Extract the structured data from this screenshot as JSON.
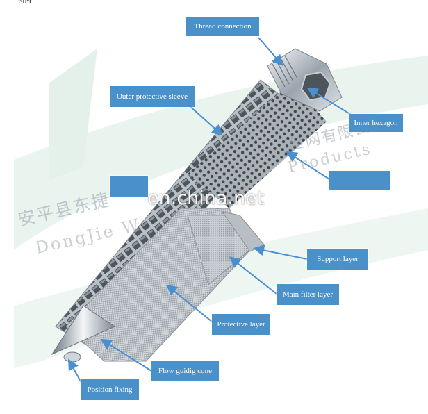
{
  "top_mark": "MM",
  "watermarks": {
    "company_cn": "安平县东捷",
    "company_en": "DongJie W",
    "company_cn_right": "丝网有限公司",
    "company_en_right": "Products",
    "site": "en.china.net"
  },
  "labels": {
    "thread_connection": "Thread connection",
    "outer_protective_sleeve": "Outer protective sleeve",
    "inner_hexagon": "Inner hexagon",
    "support_layer": "Support layer",
    "main_filter_layer": "Main filter layer",
    "protective_layer": "Protective layer",
    "flow_guiding_cone": "Flow guidig cone",
    "position_fixing": "Position fixing",
    "blank_left": "",
    "blank_right": ""
  },
  "colors": {
    "label_bg": "#4a90c9",
    "label_text": "#ffffff",
    "swoosh": "#e7f3ee",
    "arrow": "#4a8fcf"
  }
}
